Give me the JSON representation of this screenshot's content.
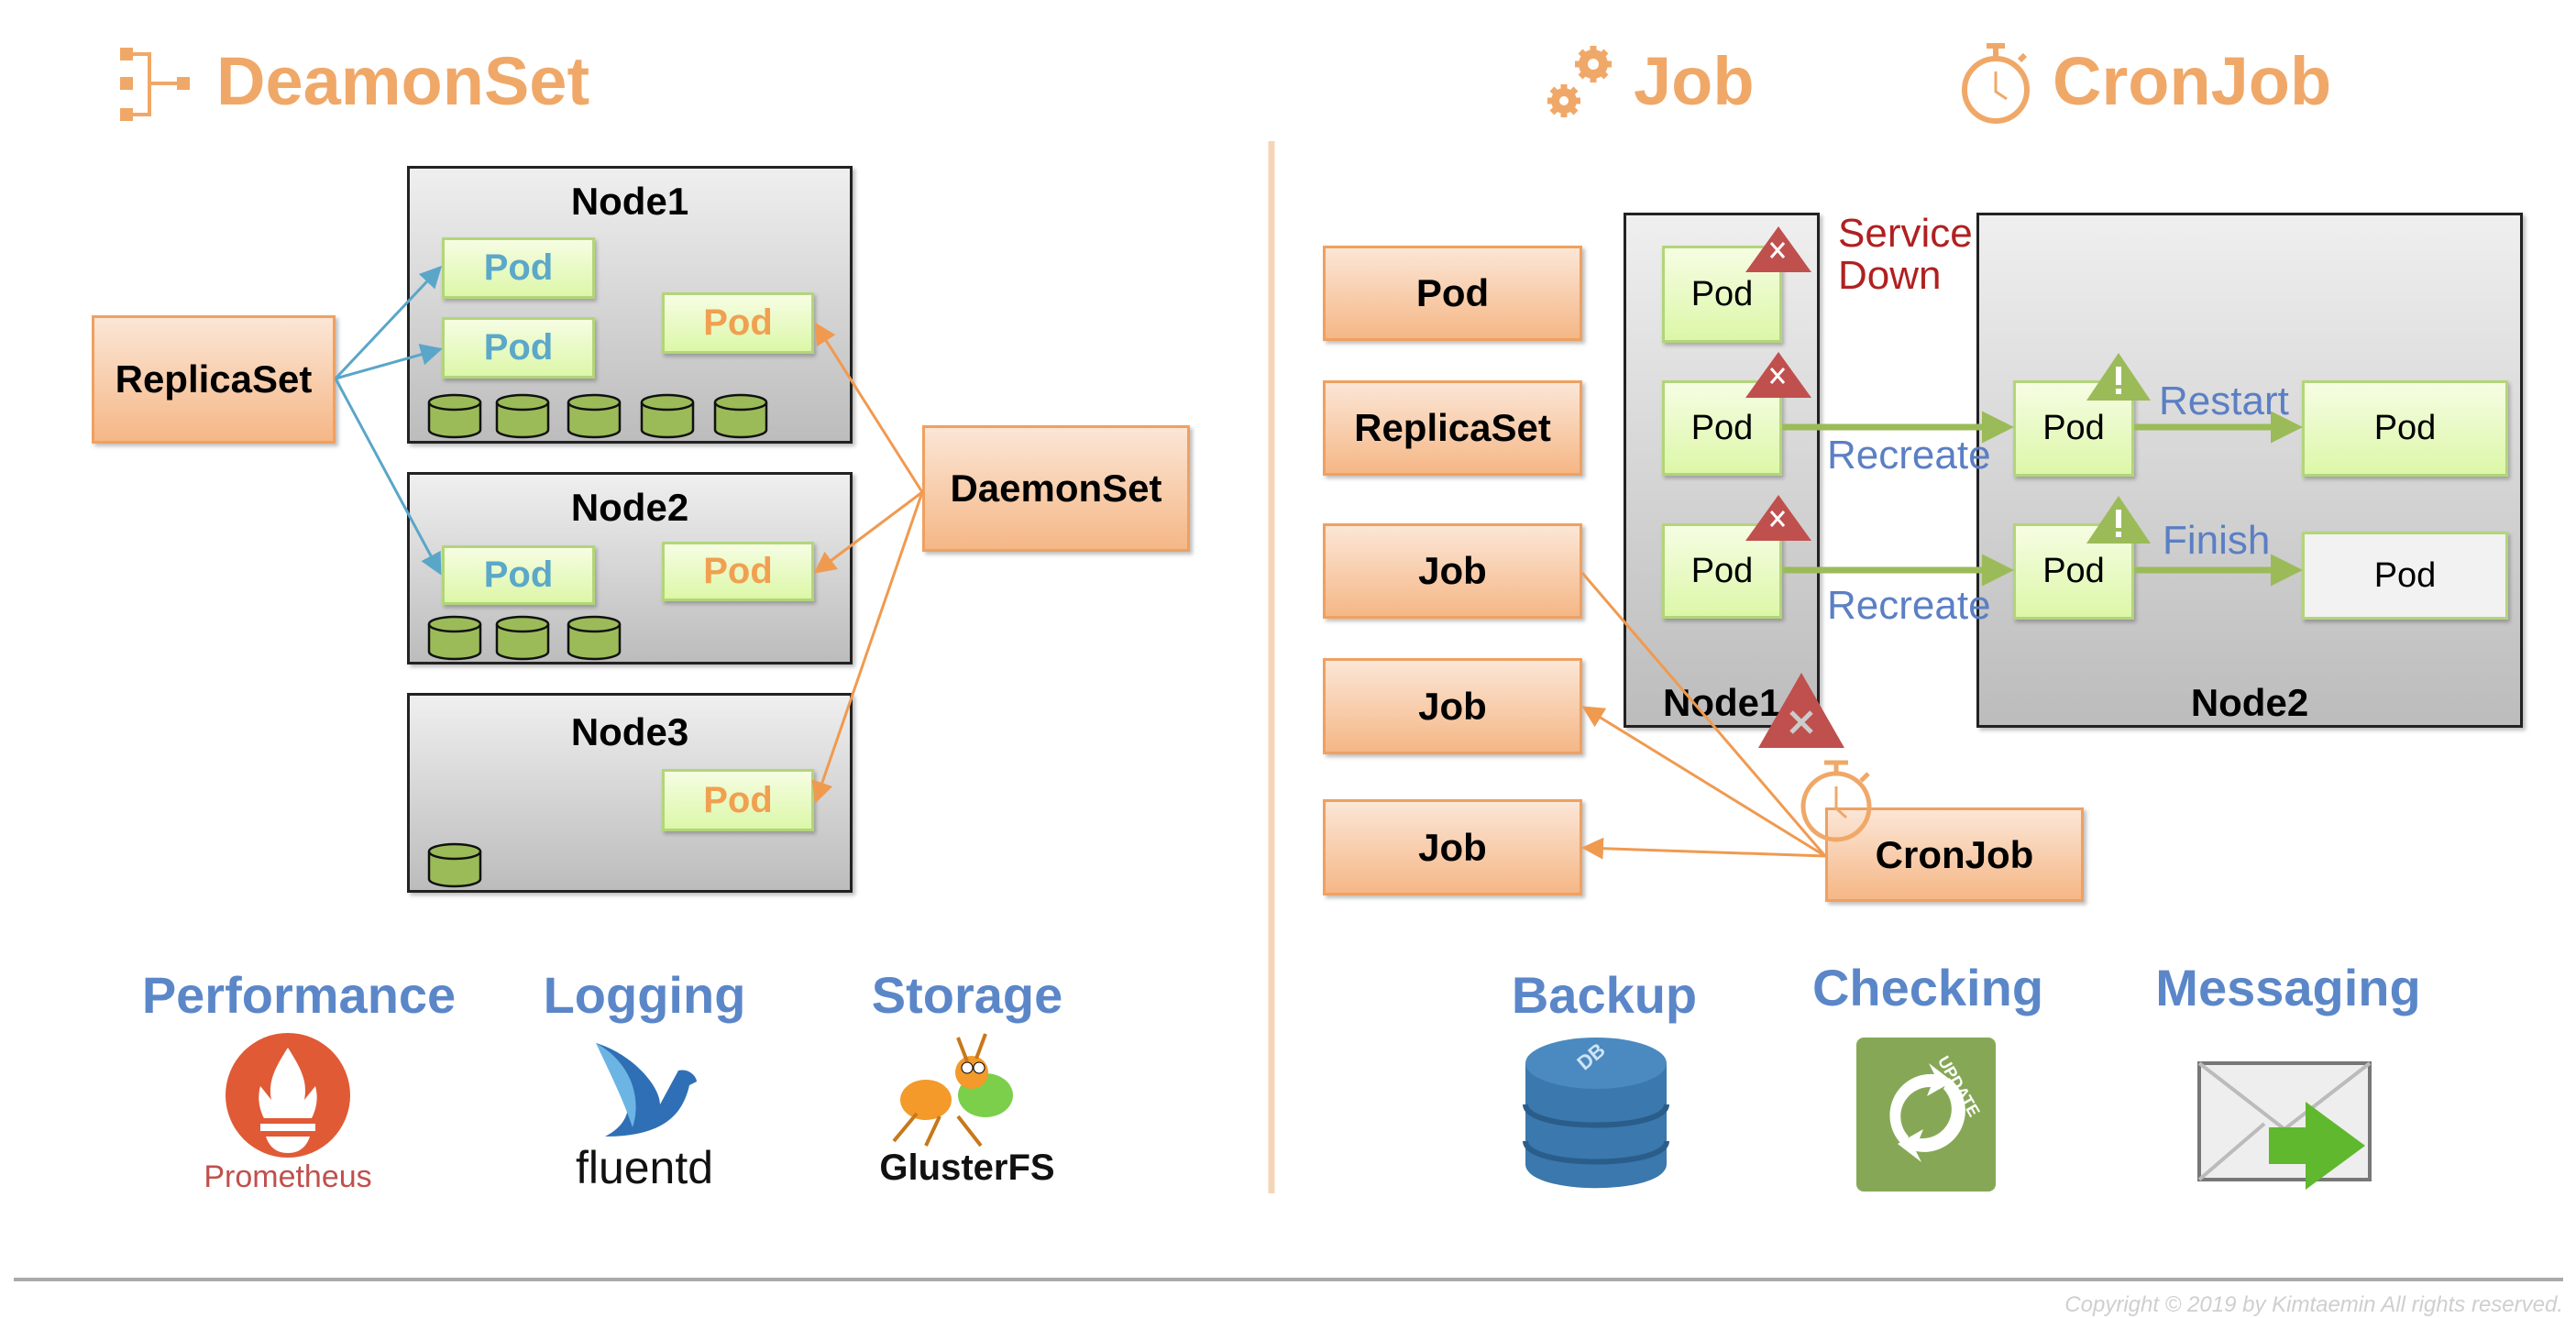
{
  "left": {
    "title": "DeamonSet",
    "replicaset_label": "ReplicaSet",
    "daemonset_label": "DaemonSet",
    "nodes": [
      {
        "name": "Node1",
        "pods": [
          "Pod",
          "Pod",
          "Pod"
        ],
        "volumes": 5
      },
      {
        "name": "Node2",
        "pods": [
          "Pod",
          "Pod"
        ],
        "volumes": 3
      },
      {
        "name": "Node3",
        "pods": [
          "Pod"
        ],
        "volumes": 1
      }
    ],
    "uses": [
      {
        "label": "Performance",
        "logo_text": "Prometheus",
        "icon": "prometheus-logo"
      },
      {
        "label": "Logging",
        "logo_text": "fluentd",
        "icon": "fluentd-bird-logo"
      },
      {
        "label": "Storage",
        "logo_text": "GlusterFS",
        "icon": "glusterfs-ant-logo"
      }
    ]
  },
  "right": {
    "job_title": "Job",
    "cronjob_title": "CronJob",
    "column": [
      "Pod",
      "ReplicaSet",
      "Job",
      "Job",
      "Job"
    ],
    "node1": {
      "name": "Node1",
      "pods": [
        "Pod",
        "Pod",
        "Pod"
      ]
    },
    "node2": {
      "name": "Node2",
      "pods": [
        "Pod",
        "Pod",
        "Pod",
        "Pod"
      ]
    },
    "service_down": [
      "Service",
      "Down"
    ],
    "recreate": [
      "Recreate",
      "Recreate"
    ],
    "restart": "Restart",
    "finish": "Finish",
    "cronjob_label": "CronJob",
    "uses": [
      {
        "label": "Backup",
        "icon": "database-icon",
        "badge": "DB"
      },
      {
        "label": "Checking",
        "icon": "update-icon",
        "badge": "UPDATE"
      },
      {
        "label": "Messaging",
        "icon": "envelope-send-icon"
      }
    ]
  },
  "footer": {
    "copyright": "Copyright © 2019 by Kimtaemin All rights reserved."
  },
  "colors": {
    "orange": "#f0a868",
    "blue_text": "#5b87c9",
    "green_arrow": "#9bbb59",
    "alert_red": "#c0504d",
    "service_down": "#b02020"
  }
}
